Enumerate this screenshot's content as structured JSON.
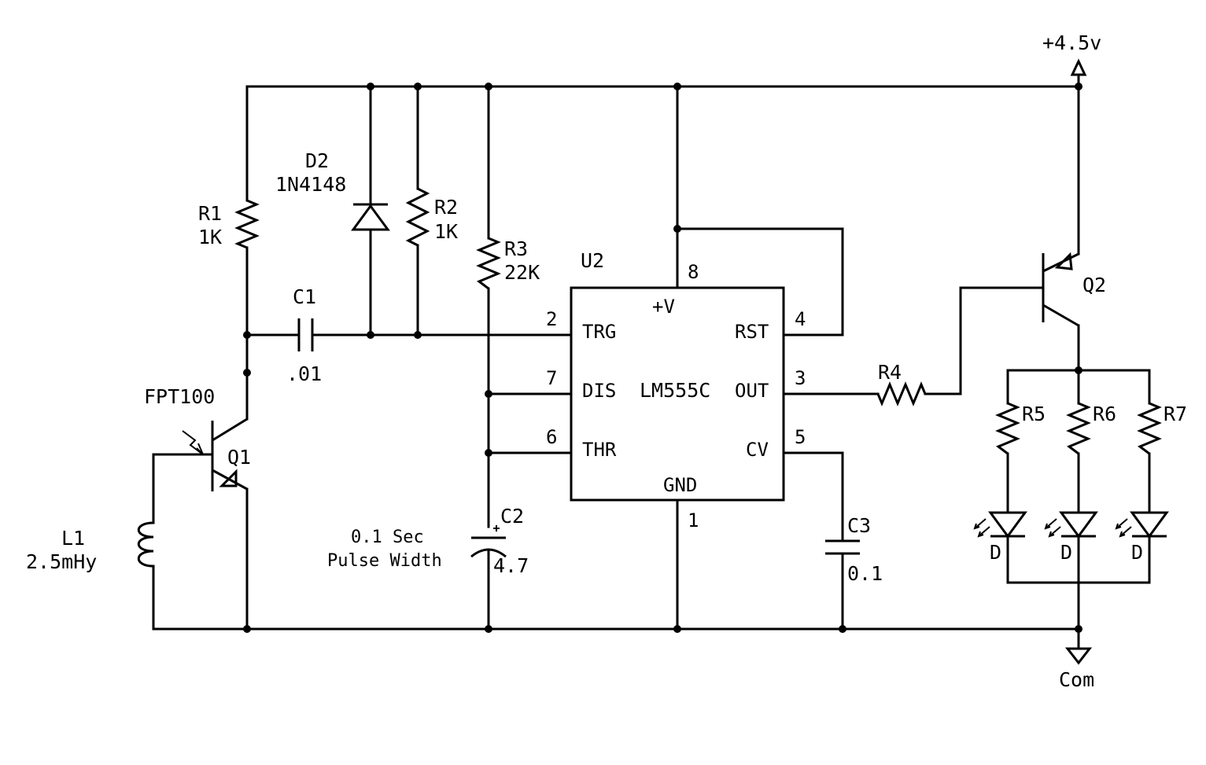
{
  "power": {
    "supply": "+4.5v",
    "common": "Com"
  },
  "ic": {
    "ref": "U2",
    "part": "LM555C",
    "pins": {
      "vcc": {
        "num": "8",
        "name": "+V"
      },
      "trg": {
        "num": "2",
        "name": "TRG"
      },
      "dis": {
        "num": "7",
        "name": "DIS"
      },
      "thr": {
        "num": "6",
        "name": "THR"
      },
      "rst": {
        "num": "4",
        "name": "RST"
      },
      "out": {
        "num": "3",
        "name": "OUT"
      },
      "cv": {
        "num": "5",
        "name": "CV"
      },
      "gnd": {
        "num": "1",
        "name": "GND"
      }
    }
  },
  "components": {
    "r1": {
      "ref": "R1",
      "value": "1K"
    },
    "r2": {
      "ref": "R2",
      "value": "1K"
    },
    "r3": {
      "ref": "R3",
      "value": "22K"
    },
    "r4": {
      "ref": "R4"
    },
    "r5": {
      "ref": "R5"
    },
    "r6": {
      "ref": "R6"
    },
    "r7": {
      "ref": "R7"
    },
    "d2": {
      "ref": "D2",
      "part": "1N4148"
    },
    "c1": {
      "ref": "C1",
      "value": ".01"
    },
    "c2": {
      "ref": "C2",
      "value": "4.7",
      "polarity": "+"
    },
    "c3": {
      "ref": "C3",
      "value": "0.1"
    },
    "q1": {
      "ref": "Q1",
      "part": "FPT100"
    },
    "q2": {
      "ref": "Q2"
    },
    "l1": {
      "ref": "L1",
      "value": "2.5mHy"
    },
    "leds": [
      {
        "ref": "D"
      },
      {
        "ref": "D"
      },
      {
        "ref": "D"
      }
    ]
  },
  "notes": {
    "line1": "0.1 Sec",
    "line2": "Pulse Width"
  }
}
